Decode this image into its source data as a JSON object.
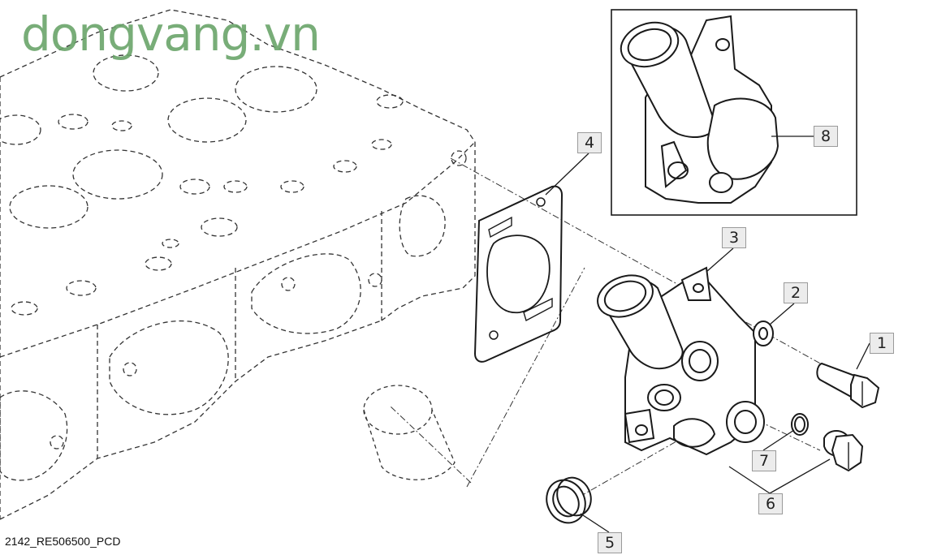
{
  "watermark": "dongvang.vn",
  "drawing_id": "2142_RE506500_PCD",
  "callouts": {
    "c1": "1",
    "c2": "2",
    "c3": "3",
    "c4": "4",
    "c5": "5",
    "c6": "6",
    "c7": "7",
    "c8": "8"
  },
  "parts": [
    {
      "callout": "1",
      "icon": "hex-bolt-icon"
    },
    {
      "callout": "2",
      "icon": "washer-icon"
    },
    {
      "callout": "3",
      "icon": "thermostat-housing-icon"
    },
    {
      "callout": "4",
      "icon": "gasket-icon"
    },
    {
      "callout": "5",
      "icon": "seal-ring-icon"
    },
    {
      "callout": "6",
      "icon": "plug-icon"
    },
    {
      "callout": "7",
      "icon": "o-ring-icon"
    },
    {
      "callout": "8",
      "icon": "housing-detail-view-icon"
    }
  ],
  "colors": {
    "line": "#1a1a1a",
    "hidden_line": "#333333",
    "callout_fill": "#ececec",
    "callout_border": "#9a9a9a",
    "watermark": "#6aa56a"
  }
}
